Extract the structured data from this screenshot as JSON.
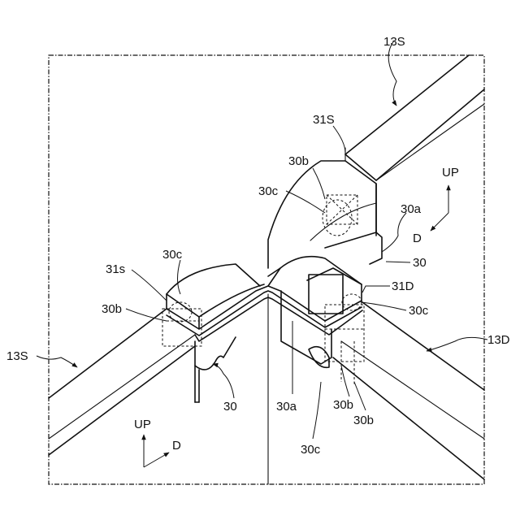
{
  "labels": {
    "13S_top": "13S",
    "13S_left": "13S",
    "13D": "13D",
    "31S": "31S",
    "31s": "31s",
    "31D": "31D",
    "30_right": "30",
    "30_bottom": "30",
    "30a_right": "30a",
    "30a_center": "30a",
    "30b_top": "30b",
    "30b_left": "30b",
    "30b_lower1": "30b",
    "30b_lower2": "30b",
    "30c_top": "30c",
    "30c_left": "30c",
    "30c_right": "30c",
    "30c_bottom": "30c"
  },
  "directions": {
    "up_right": "UP",
    "d_right": "D",
    "up_left": "UP",
    "d_left": "D"
  }
}
